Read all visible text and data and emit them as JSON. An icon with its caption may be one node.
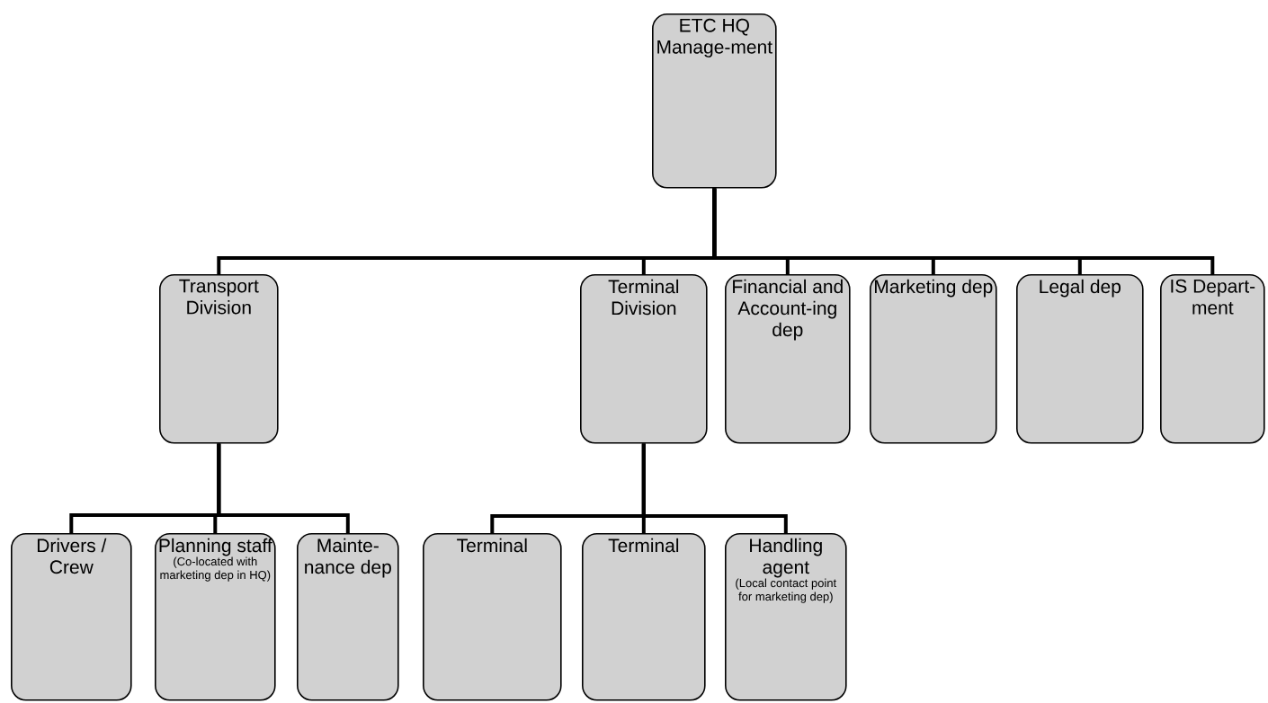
{
  "diagram": {
    "nodes": [
      {
        "text": [
          "ETC HQ Manage-ment"
        ]
      },
      {
        "text": [
          "Transport Division"
        ]
      },
      {
        "text": [
          "Terminal Division"
        ]
      },
      {
        "text": [
          "Financial and Account-ing dep"
        ]
      },
      {
        "text": [
          "Marketing dep"
        ]
      },
      {
        "text": [
          "Legal dep"
        ]
      },
      {
        "text": [
          "IS Depart-ment"
        ]
      },
      {
        "text": [
          "Drivers / Crew"
        ]
      },
      {
        "text": [
          "Planning staff",
          "(Co-located with marketing dep in HQ)"
        ]
      },
      {
        "text": [
          "Mainte-nance dep"
        ]
      },
      {
        "text": [
          "Terminal"
        ]
      },
      {
        "text": [
          "Terminal"
        ]
      },
      {
        "text": [
          "Handling agent",
          "(Local contact point for marketing dep)"
        ]
      }
    ],
    "edges": [
      {
        "from": 0,
        "to": 1,
        "arrow": "none"
      },
      {
        "from": 0,
        "to": 2,
        "arrow": "none"
      },
      {
        "from": 0,
        "to": 3,
        "arrow": "none"
      },
      {
        "from": 0,
        "to": 4,
        "arrow": "none"
      },
      {
        "from": 0,
        "to": 5,
        "arrow": "none"
      },
      {
        "from": 0,
        "to": 6,
        "arrow": "none"
      },
      {
        "from": 1,
        "to": 7,
        "arrow": "none"
      },
      {
        "from": 1,
        "to": 8,
        "arrow": "none"
      },
      {
        "from": 1,
        "to": 9,
        "arrow": "none"
      },
      {
        "from": 2,
        "to": 10,
        "arrow": "none"
      },
      {
        "from": 2,
        "to": 11,
        "arrow": "none"
      },
      {
        "from": 2,
        "to": 12,
        "arrow": "none"
      }
    ]
  }
}
